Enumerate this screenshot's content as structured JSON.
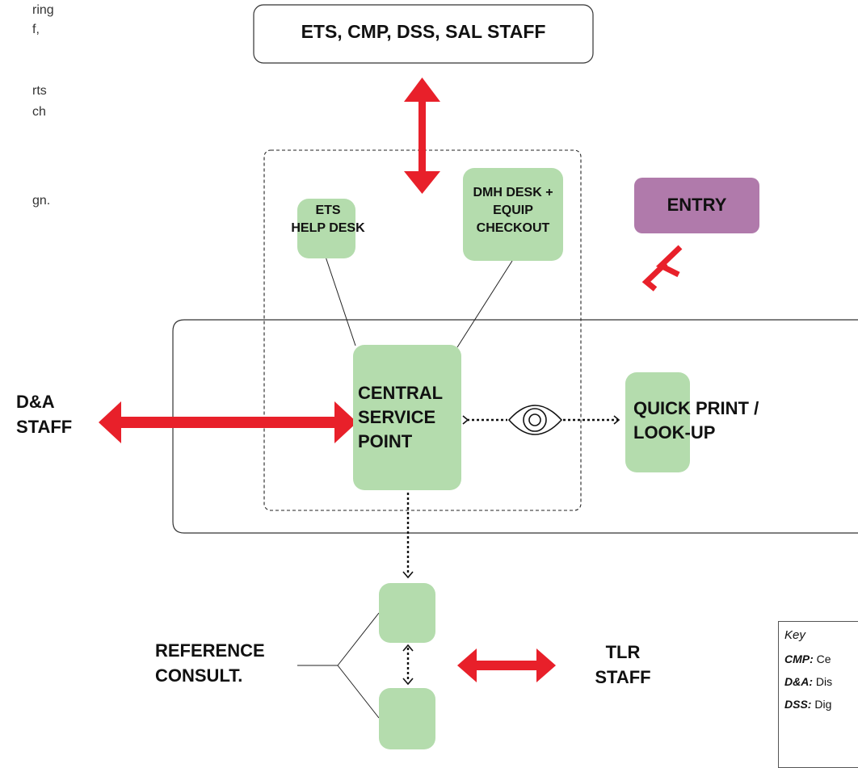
{
  "intro_fragments": [
    "ring",
    "f,",
    "rts",
    "ch",
    "gn."
  ],
  "top_staff_label": "ETS, CMP, DSS, SAL STAFF",
  "entry_label": "ENTRY",
  "ets_help_desk_label": [
    "ETS",
    "HELP DESK"
  ],
  "dmh_desk_label": [
    "DMH DESK +",
    "EQUIP",
    "CHECKOUT"
  ],
  "central_service_point_label": [
    "CENTRAL",
    "SERVICE",
    "POINT"
  ],
  "quick_print_label": [
    "QUICK PRINT /",
    "LOOK-UP"
  ],
  "da_staff_label": [
    "D&A",
    "STAFF"
  ],
  "reference_consult_label": [
    "REFERENCE",
    "CONSULT."
  ],
  "tlr_staff_label": [
    "TLR",
    "STAFF"
  ],
  "key": {
    "title": "Key",
    "items": [
      {
        "abbr": "CMP:",
        "text": "Ce"
      },
      {
        "abbr": "D&A:",
        "text": "Dis"
      },
      {
        "abbr": "DSS:",
        "text": "Dig"
      }
    ]
  },
  "colors": {
    "green_box": "#b4dcad",
    "entry_box": "#b07aab",
    "red_arrow": "#e8202a",
    "outline": "#333333"
  }
}
